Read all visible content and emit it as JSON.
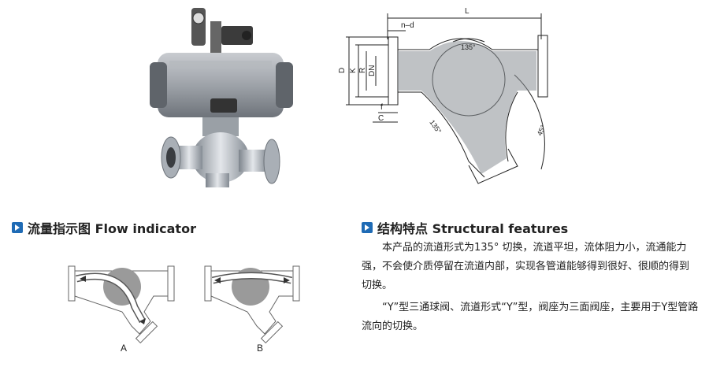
{
  "photo": {
    "label": "pneumatic-y-type-three-way-ball-valve-photo"
  },
  "dimension_drawing": {
    "labels": {
      "L": "L",
      "n_d": "n–d",
      "D": "D",
      "K": "K",
      "R": "R",
      "DN": "DN",
      "f": "f",
      "C": "C",
      "angle_top": "135°",
      "angle_mid": "135°",
      "angle_right": "45°"
    }
  },
  "flow_section": {
    "title": "流量指示图 Flow indicator",
    "label_a": "A",
    "label_b": "B"
  },
  "features_section": {
    "title": "结构特点 Structural features",
    "paragraphs": [
      "本产品的流道形式为135° 切换，流道平坦，流体阻力小，流通能力强，不会使介质停留在流道内部，实现各管道能够得到很好、很顺的得到切换。",
      "“Y”型三通球阀、流道形式“Y”型，阀座为三面阀座，主要用于Y型管路流向的切换。"
    ]
  },
  "colors": {
    "accent": "#1f6bb5",
    "text": "#222222",
    "valve_metal": "#b8bec6",
    "actuator": "#8a8f96"
  }
}
